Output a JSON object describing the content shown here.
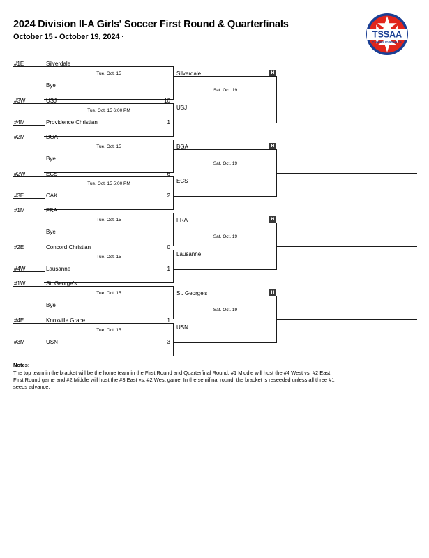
{
  "header": {
    "title": "2024 Division II-A Girls' Soccer First Round & Quarterfinals",
    "subtitle": "October 15 - October 19, 2024 ·",
    "logo": {
      "name": "tssaa-logo",
      "text": "TSSAA",
      "tagline": "CHAMPIONSHIPS",
      "red": "#e1251b",
      "blue": "#1b3f94"
    }
  },
  "bracket": {
    "home_badge_label": "H",
    "regions": [
      {
        "first_round": [
          {
            "top": {
              "seed": "#1E",
              "team": "Silverdale",
              "score": ""
            },
            "bottom": {
              "seed": "",
              "team": "Bye",
              "score": ""
            },
            "time": "Tue. Oct. 15"
          },
          {
            "top": {
              "seed": "#3W",
              "team": "USJ",
              "score": "10"
            },
            "bottom": {
              "seed": "#4M",
              "team": "Providence Christian",
              "score": "1"
            },
            "time": "Tue. Oct. 15 6:00 PM"
          }
        ],
        "quarterfinal": {
          "top_team": "Silverdale",
          "bottom_team": "USJ",
          "time": "Sat. Oct. 19",
          "home": "H"
        }
      },
      {
        "first_round": [
          {
            "top": {
              "seed": "#2M",
              "team": "BGA",
              "score": ""
            },
            "bottom": {
              "seed": "",
              "team": "Bye",
              "score": ""
            },
            "time": "Tue. Oct. 15"
          },
          {
            "top": {
              "seed": "#2W",
              "team": "ECS",
              "score": "6"
            },
            "bottom": {
              "seed": "#3E",
              "team": "CAK",
              "score": "2"
            },
            "time": "Tue. Oct. 15 5:00 PM"
          }
        ],
        "quarterfinal": {
          "top_team": "BGA",
          "bottom_team": "ECS",
          "time": "Sat. Oct. 19",
          "home": "H"
        }
      },
      {
        "first_round": [
          {
            "top": {
              "seed": "#1M",
              "team": "FRA",
              "score": ""
            },
            "bottom": {
              "seed": "",
              "team": "Bye",
              "score": ""
            },
            "time": "Tue. Oct. 15"
          },
          {
            "top": {
              "seed": "#2E",
              "team": "Concord Christian",
              "score": "0"
            },
            "bottom": {
              "seed": "#4W",
              "team": "Lausanne",
              "score": "1"
            },
            "time": "Tue. Oct. 15"
          }
        ],
        "quarterfinal": {
          "top_team": "FRA",
          "bottom_team": "Lausanne",
          "time": "Sat. Oct. 19",
          "home": "H"
        }
      },
      {
        "first_round": [
          {
            "top": {
              "seed": "#1W",
              "team": "St. George's",
              "score": ""
            },
            "bottom": {
              "seed": "",
              "team": "Bye",
              "score": ""
            },
            "time": "Tue. Oct. 15"
          },
          {
            "top": {
              "seed": "#4E",
              "team": "Knoxville Grace",
              "score": "1"
            },
            "bottom": {
              "seed": "#3M",
              "team": "USN",
              "score": "3"
            },
            "time": "Tue. Oct. 15"
          }
        ],
        "quarterfinal": {
          "top_team": "St. George's",
          "bottom_team": "USN",
          "time": "Sat. Oct. 19",
          "home": "H"
        }
      }
    ]
  },
  "notes": {
    "title": "Notes:",
    "body": "The top team in the bracket will be the home team in the First Round and Quarterfinal Round. #1 Middle will host the #4 West vs. #2 East First Round game and #2 Middle will host the #3 East vs. #2 West game. In the semifinal round, the bracket is reseeded unless all three #1 seeds advance."
  }
}
